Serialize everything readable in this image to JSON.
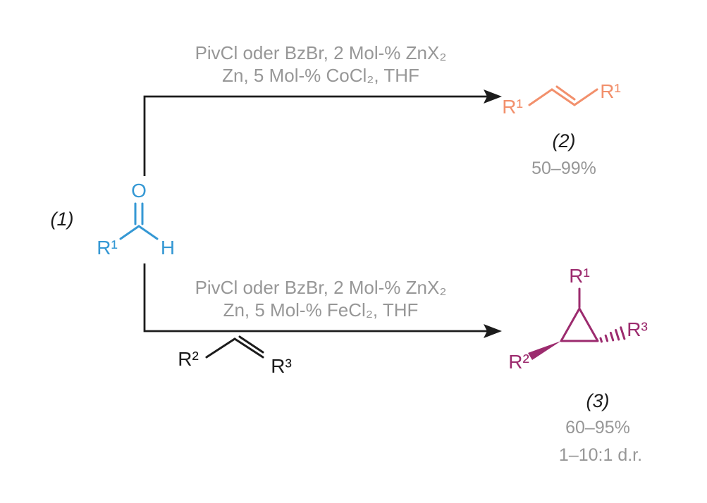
{
  "scheme": {
    "substrate": {
      "label": "(1)",
      "atoms": {
        "o": "O",
        "h": "H",
        "r1": "R¹"
      }
    },
    "top_reaction": {
      "conditions_line1": "PivCl oder BzBr, 2 Mol-% ZnX₂",
      "conditions_line2": "Zn, 5 Mol-% CoCl₂, THF",
      "product": {
        "label": "(2)",
        "yield": "50–99%",
        "r1_left": "R¹",
        "r1_right": "R¹"
      }
    },
    "bottom_reaction": {
      "conditions_line1": "PivCl oder BzBr, 2 Mol-% ZnX₂",
      "conditions_line2": "Zn, 5 Mol-% FeCl₂, THF",
      "reagent": {
        "r2": "R²",
        "r3": "R³"
      },
      "product": {
        "label": "(3)",
        "yield": "60–95%",
        "dr": "1–10:1 d.r.",
        "r1": "R¹",
        "r2": "R²",
        "r3": "R³"
      }
    },
    "colors": {
      "substrate_blue": "#3598d4",
      "alkene_orange": "#f2906c",
      "cyclopropane_purple": "#9c2b6e",
      "conditions_gray": "#979797",
      "text_black": "#1c1c1c"
    }
  }
}
